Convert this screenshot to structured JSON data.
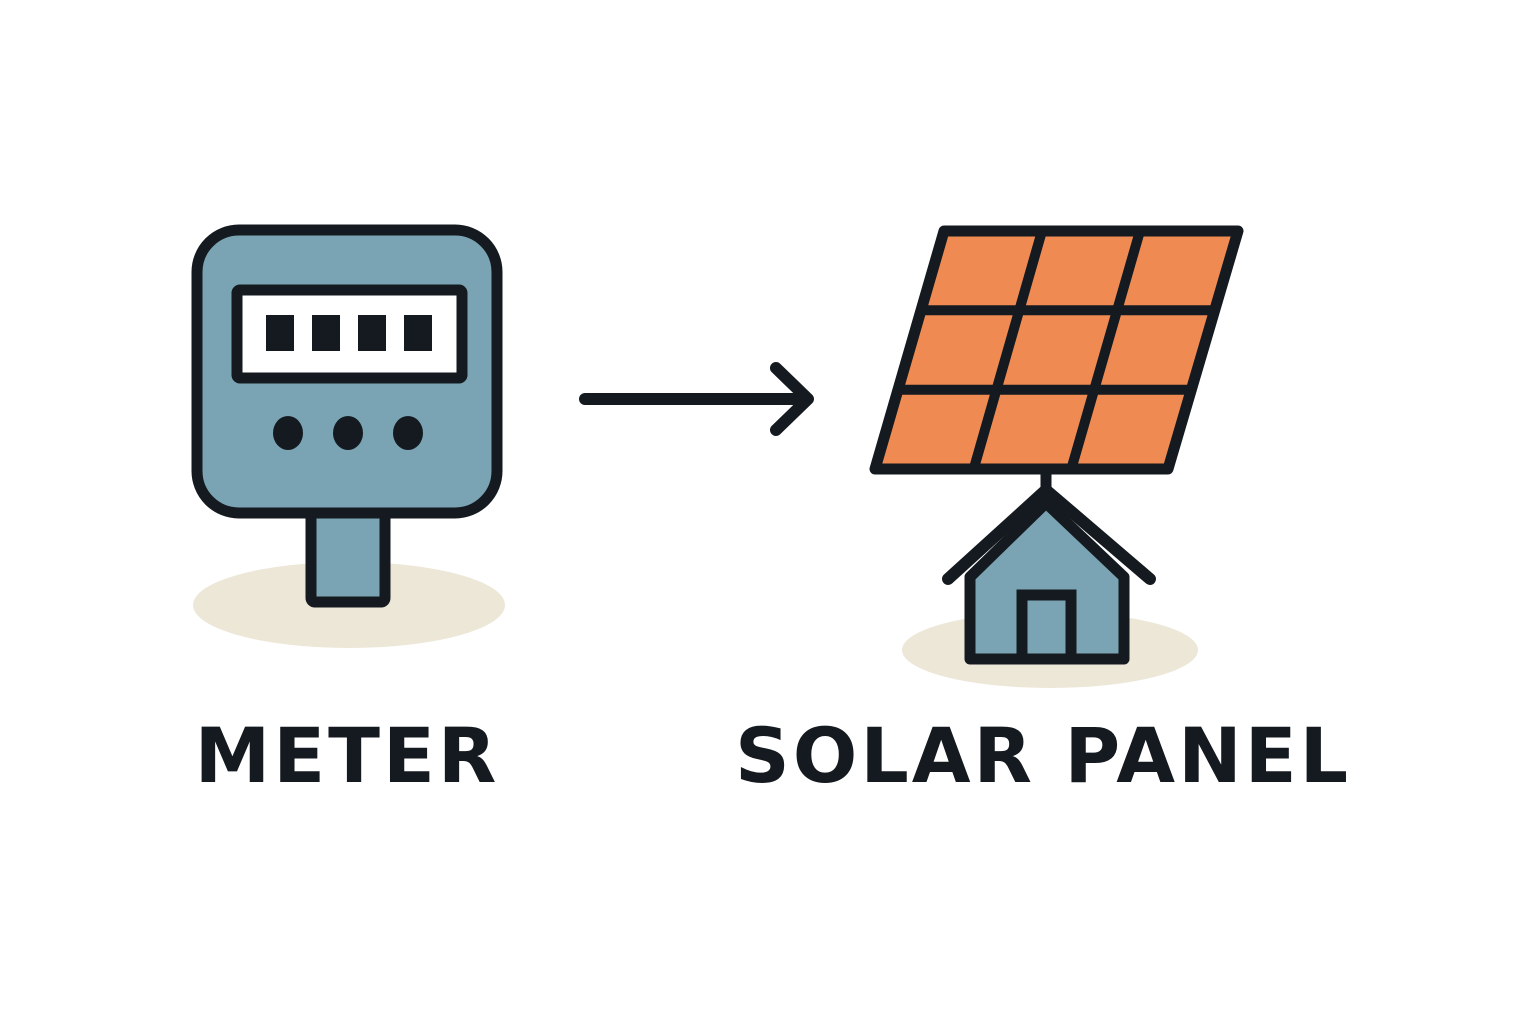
{
  "diagram": {
    "nodes": [
      {
        "id": "meter",
        "label": "METER",
        "icon": "electric-meter-icon"
      },
      {
        "id": "solar",
        "label": "SOLAR PANEL",
        "icon": "solar-panel-house-icon"
      }
    ],
    "edges": [
      {
        "from": "meter",
        "to": "solar",
        "style": "arrow"
      }
    ]
  },
  "colors": {
    "outline": "#141a1f",
    "meter_body": "#7aa4b3",
    "panel_cells": "#ef8b52",
    "house": "#7aa4b3",
    "ground_shadow": "#ede7d8",
    "background": "#ffffff"
  }
}
